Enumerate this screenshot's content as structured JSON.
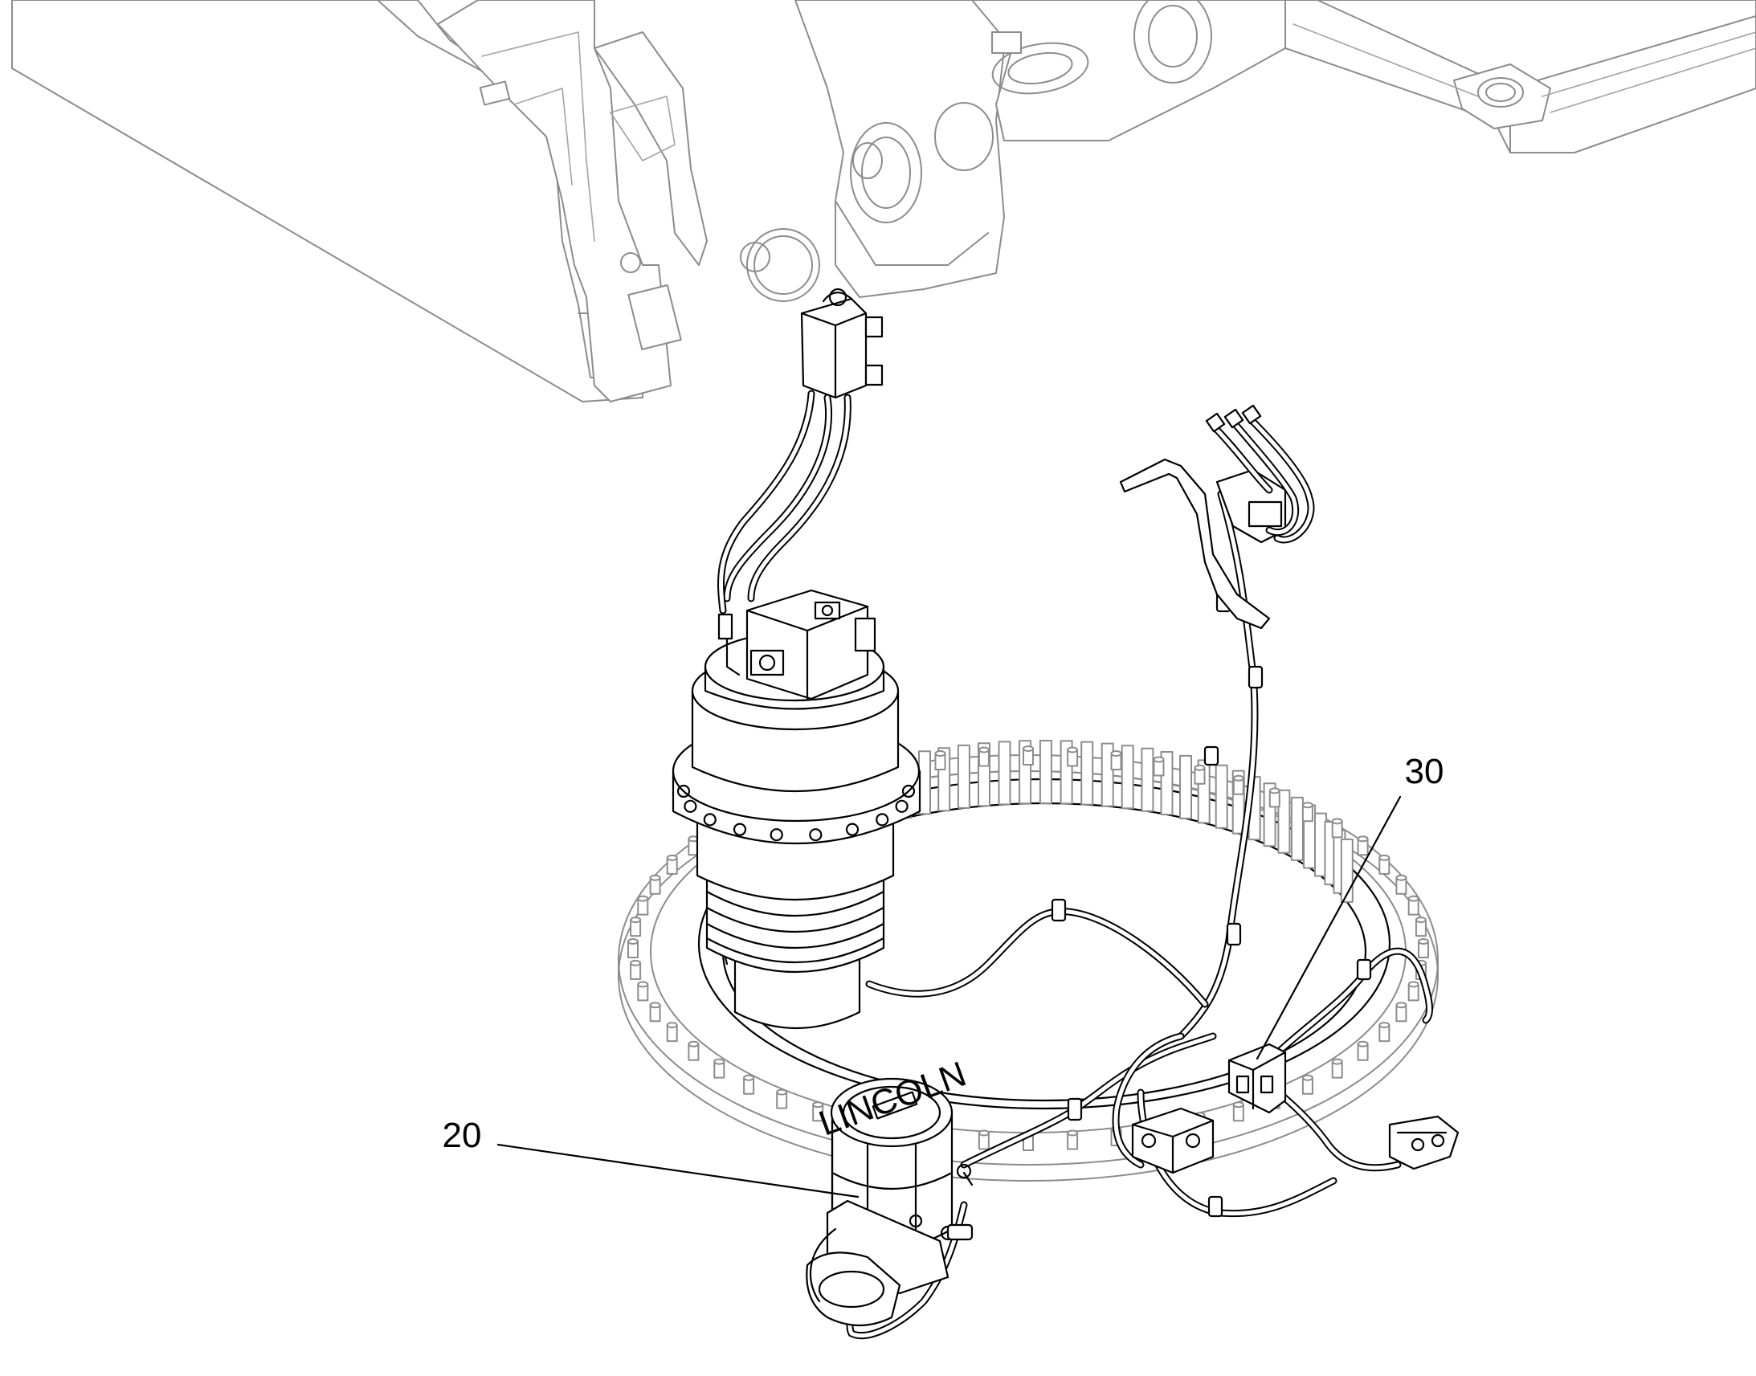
{
  "callouts": [
    {
      "id": "callout-20",
      "label": "20"
    },
    {
      "id": "callout-30",
      "label": "30"
    }
  ],
  "pump_label_text": "LINCOLN",
  "colors": {
    "line": "#000000",
    "frame_line": "#8c8c8c",
    "background": "#ffffff"
  }
}
